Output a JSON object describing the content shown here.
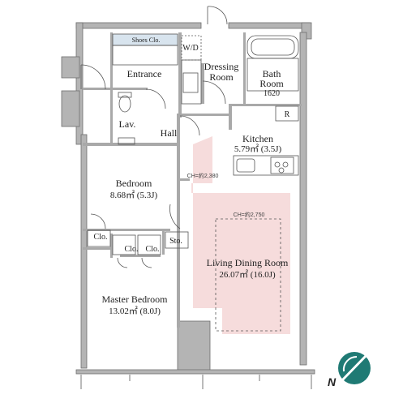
{
  "rooms": {
    "shoes_closet": "Shoes Clo.",
    "wd": "W/D",
    "entrance": "Entrance",
    "dressing_line1": "Dressing",
    "dressing_line2": "Room",
    "bath_line1": "Bath",
    "bath_line2": "Room",
    "bath_size": "1620",
    "refrigerator": "R",
    "lav": "Lav.",
    "hall": "Hall",
    "kitchen": "Kitchen",
    "kitchen_area": "5.79㎡ (3.5J)",
    "bedroom": "Bedroom",
    "bedroom_area": "8.68㎡ (5.3J)",
    "ceiling_1": "CH=約2,380",
    "ceiling_2": "CH=約2,750",
    "closet_1": "Clo.",
    "closet_2": "Clo.",
    "closet_3": "Clo.",
    "storage": "Sto.",
    "living": "Living Dining Room",
    "living_area": "26.07㎡ (16.0J)",
    "master": "Master Bedroom",
    "master_area": "13.02㎡ (8.0J)"
  },
  "compass": {
    "label": "N"
  },
  "colors": {
    "wall": "#a9a9a9",
    "wall_edge": "#6e6e6e",
    "ldk_fill": "#f6dcdc",
    "line": "#555555",
    "compass": "#1f7a74"
  }
}
